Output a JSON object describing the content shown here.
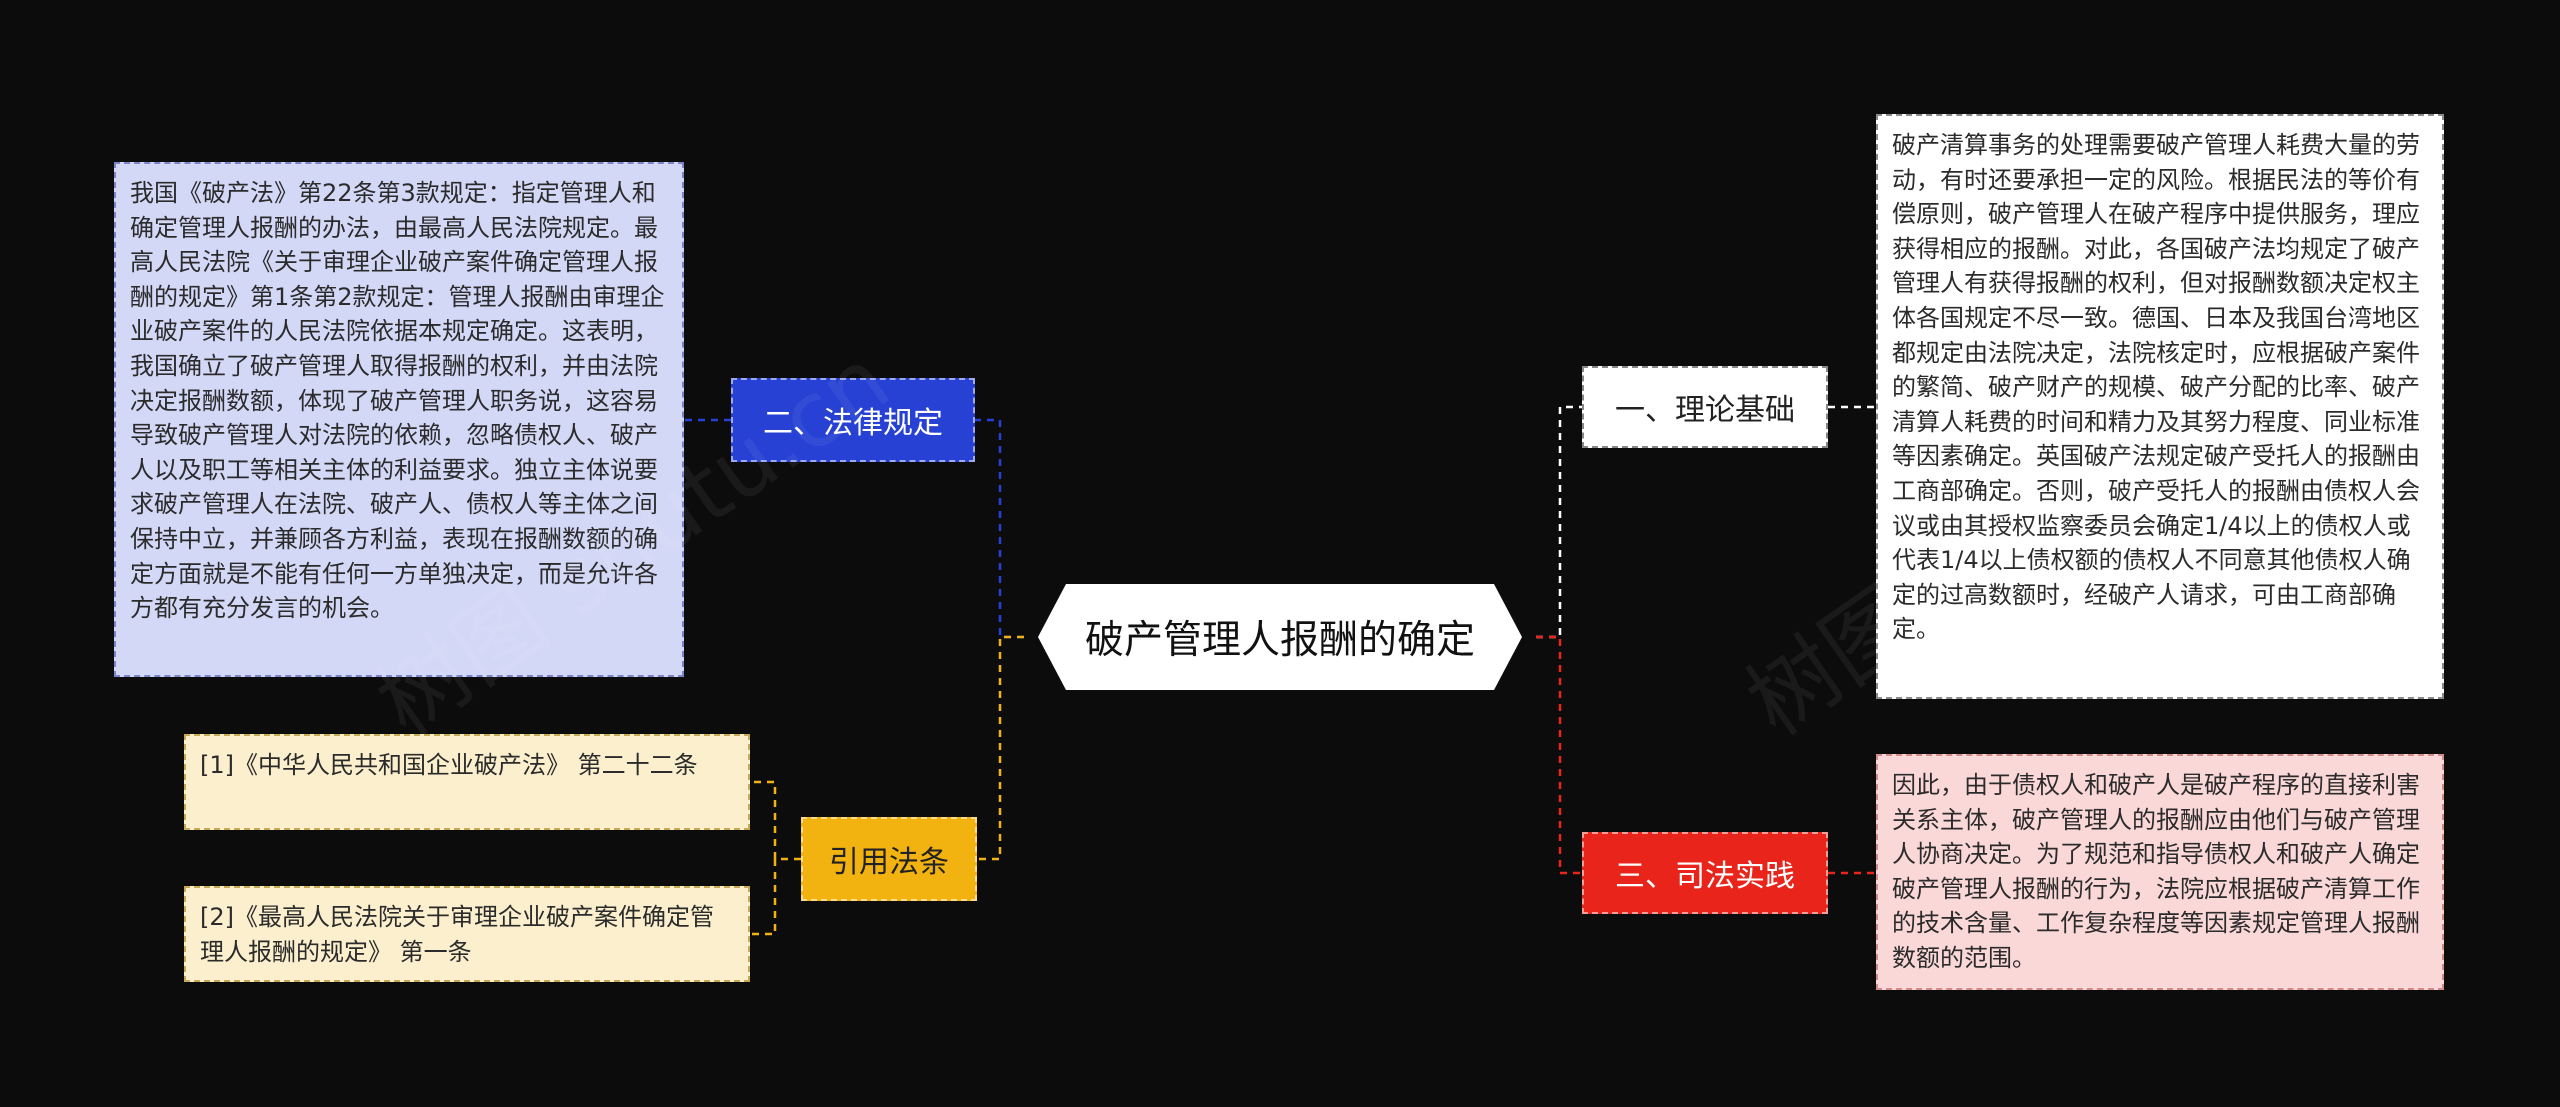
{
  "root": {
    "label": "破产管理人报酬的确定"
  },
  "branches": {
    "legal": {
      "label": "二、法律规定",
      "text": "我国《破产法》第22条第3款规定：指定管理人和确定管理人报酬的办法，由最高人民法院规定。最高人民法院《关于审理企业破产案件确定管理人报酬的规定》第1条第2款规定：管理人报酬由审理企业破产案件的人民法院依据本规定确定。这表明，我国确立了破产管理人取得报酬的权利，并由法院决定报酬数额，体现了破产管理人职务说，这容易导致破产管理人对法院的依赖，忽略债权人、破产人以及职工等相关主体的利益要求。独立主体说要求破产管理人在法院、破产人、债权人等主体之间保持中立，并兼顾各方利益，表现在报酬数额的确定方面就是不能有任何一方单独决定，而是允许各方都有充分发言的机会。"
    },
    "citation": {
      "label": "引用法条",
      "items": [
        "[1]《中华人民共和国企业破产法》 第二十二条",
        "[2]《最高人民法院关于审理企业破产案件确定管理人报酬的规定》 第一条"
      ]
    },
    "theory": {
      "label": "一、理论基础",
      "text": "破产清算事务的处理需要破产管理人耗费大量的劳动，有时还要承担一定的风险。根据民法的等价有偿原则，破产管理人在破产程序中提供服务，理应获得相应的报酬。对此，各国破产法均规定了破产管理人有获得报酬的权利，但对报酬数额决定权主体各国规定不尽一致。德国、日本及我国台湾地区都规定由法院决定，法院核定时，应根据破产案件的繁简、破产财产的规模、破产分配的比率、破产清算人耗费的时间和精力及其努力程度、同业标准等因素确定。英国破产法规定破产受托人的报酬由工商部确定。否则，破产受托人的报酬由债权人会议或由其授权监察委员会确定1/4以上的债权人或代表1/4以上债权额的债权人不同意其他债权人确定的过高数额时，经破产人请求，可由工商部确定。"
    },
    "judicial": {
      "label": "三、司法实践",
      "text": "因此，由于债权人和破产人是破产程序的直接利害关系主体，破产管理人的报酬应由他们与破产管理人协商决定。为了规范和指导债权人和破产人确定破产管理人报酬的行为，法院应根据破产清算工作的技术含量、工作复杂程度等因素规定管理人报酬数额的范围。"
    }
  },
  "colors": {
    "background": "#0c0c0d",
    "legal": "#2741d4",
    "citation": "#f2b311",
    "theory": "#ffffff",
    "judicial": "#e8241b",
    "root": "#ffffff"
  },
  "watermark": {
    "text": "树图 shutu.cn"
  }
}
